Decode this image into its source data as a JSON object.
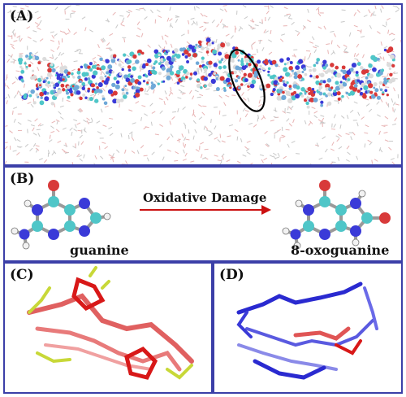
{
  "panels": {
    "a": {
      "label": "(A)"
    },
    "b": {
      "label": "(B)",
      "reaction_label": "Oxidative Damage",
      "reactant_name": "guanine",
      "product_name": "8-oxoguanine"
    },
    "c": {
      "label": "(C)"
    },
    "d": {
      "label": "(D)"
    }
  },
  "colors": {
    "border": "#3b3fa8",
    "carbon": "#4fc6c8",
    "nitrogen": "#3a3ad8",
    "oxygen": "#d83a3a",
    "hydrogen": "#f2f2f2",
    "arrow": "#cc1111",
    "damaged_strand": "#e05555",
    "highlight_yellow": "#d8e03a",
    "dna_blue": "#2a2ad0"
  },
  "icons": {
    "highlight_marker": "ellipse-outline"
  }
}
